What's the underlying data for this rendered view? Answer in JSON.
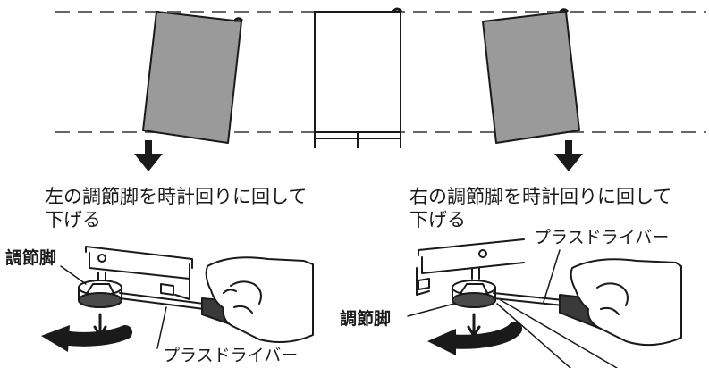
{
  "left": {
    "caption_line1": "左の調節脚を時計回りに回して",
    "caption_line2": "下げる",
    "label_leg": "調節脚",
    "label_driver": "プラスドライバー"
  },
  "right": {
    "caption_line1": "右の調節脚を時計回りに回して",
    "caption_line2": "下げる",
    "label_leg": "調節脚",
    "label_driver": "プラスドライバー"
  },
  "colors": {
    "tilted_fridge": "#9a9a9a",
    "line": "#1a1a1a",
    "dashed_guide": "#666666"
  }
}
